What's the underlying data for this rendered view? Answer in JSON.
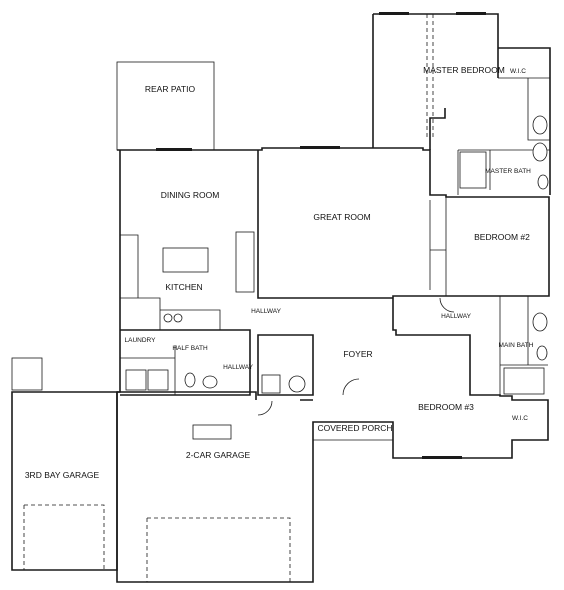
{
  "rooms": {
    "rear_patio": "REAR PATIO",
    "dining_room": "DINING ROOM",
    "kitchen": "KITCHEN",
    "great_room": "GREAT ROOM",
    "master_bedroom": "MASTER BEDROOM",
    "wic_master": "W.I.C",
    "master_bath": "MASTER BATH",
    "bedroom_2": "BEDROOM #2",
    "hallway_main": "HALLWAY",
    "hallway_right": "HALLWAY",
    "hallway_left": "HALLWAY",
    "laundry": "LAUNDRY",
    "half_bath": "HALF BATH",
    "foyer": "FOYER",
    "main_bath": "MAIN BATH",
    "bedroom_3": "BEDROOM #3",
    "wic_bed3": "W.I.C",
    "covered_porch": "COVERED PORCH",
    "garage_2car": "2-CAR GARAGE",
    "garage_3rd": "3RD BAY GARAGE"
  },
  "colors": {
    "line": "#1a1a1a",
    "background": "#ffffff"
  }
}
